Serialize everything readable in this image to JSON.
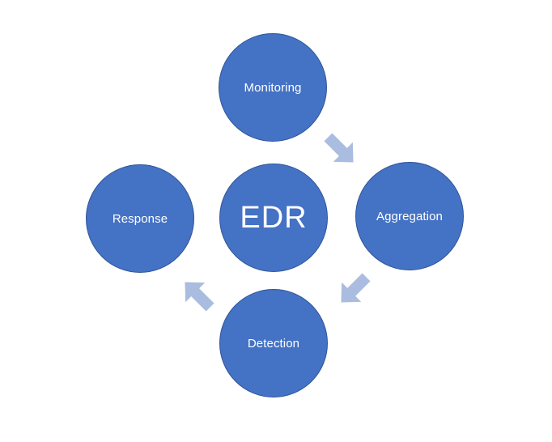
{
  "diagram": {
    "center": {
      "label": "EDR"
    },
    "nodes": [
      {
        "id": "monitoring",
        "label": "Monitoring"
      },
      {
        "id": "aggregation",
        "label": "Aggregation"
      },
      {
        "id": "detection",
        "label": "Detection"
      },
      {
        "id": "response",
        "label": "Response"
      }
    ],
    "flow": [
      {
        "from": "monitoring",
        "to": "aggregation"
      },
      {
        "from": "aggregation",
        "to": "detection"
      },
      {
        "from": "detection",
        "to": "response"
      }
    ],
    "colors": {
      "node_fill": "#4472C4",
      "node_stroke": "#2F5597",
      "arrow_fill": "#AABCE0",
      "text": "#FFFFFF",
      "background": "#FFFFFF"
    }
  }
}
